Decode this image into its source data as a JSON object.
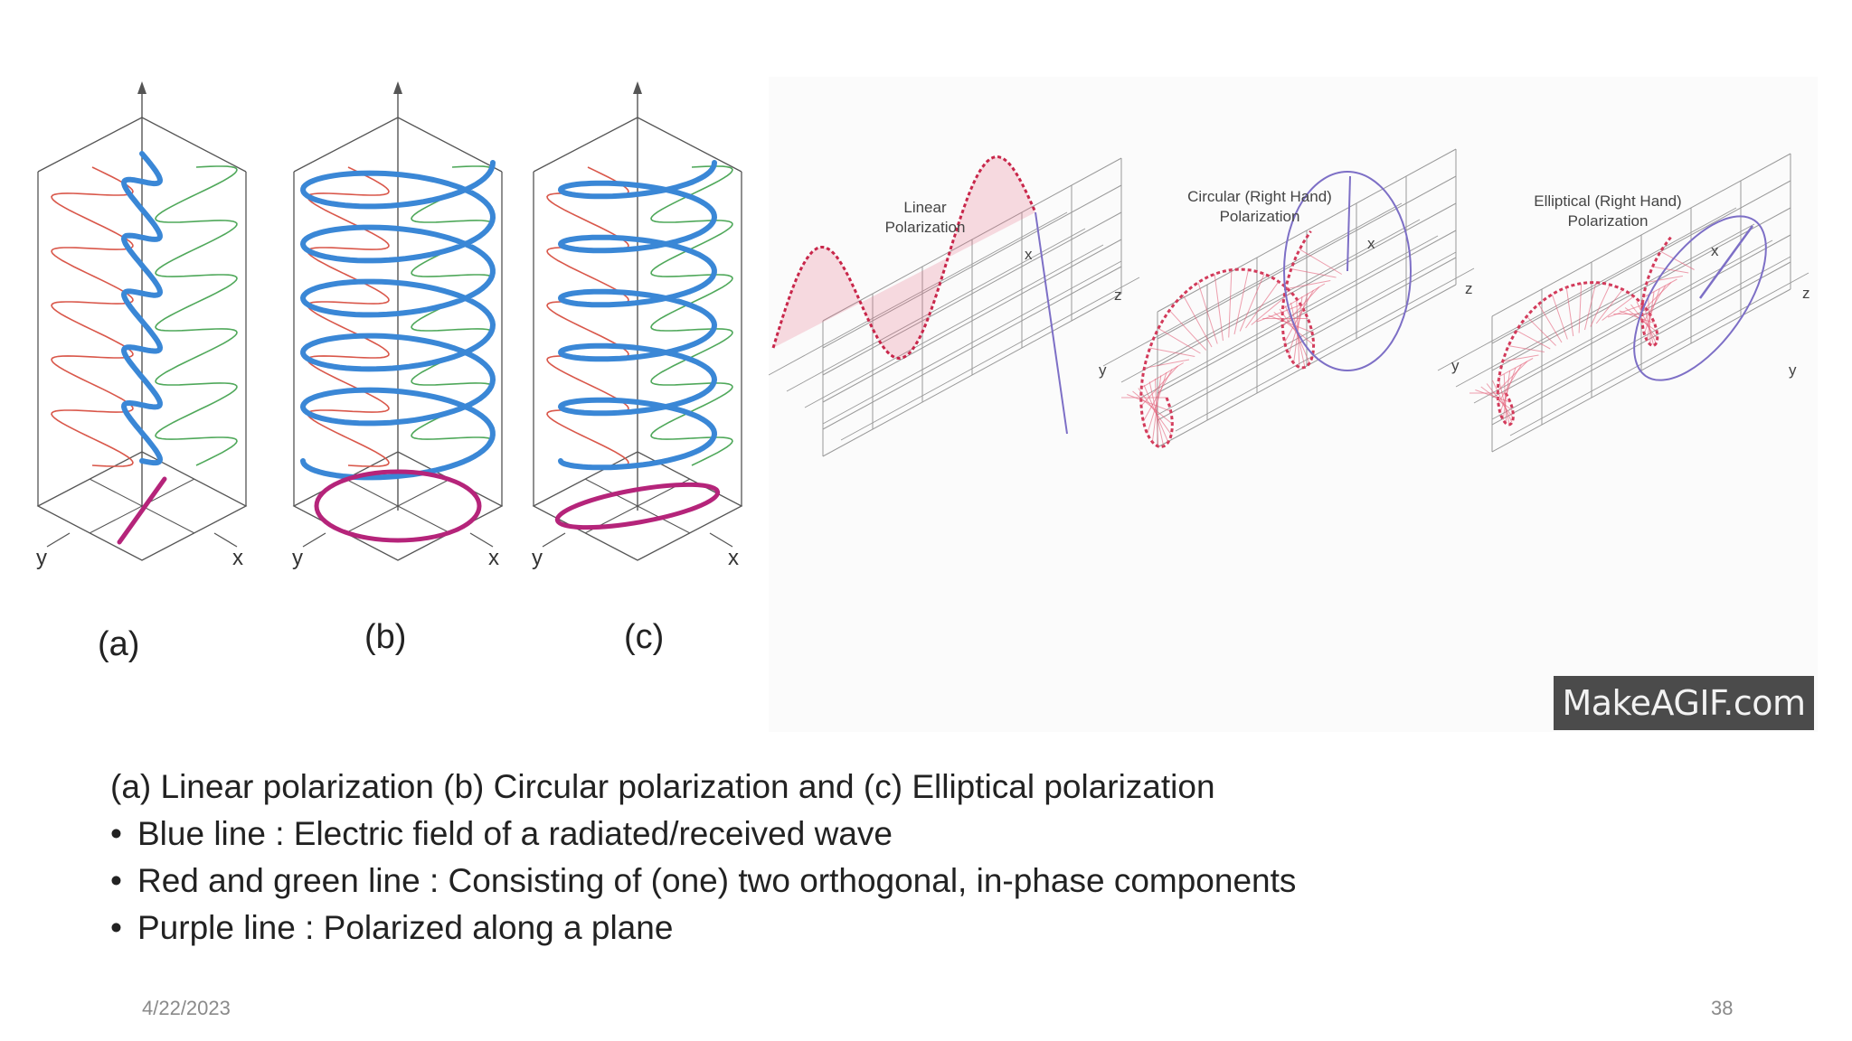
{
  "panels": {
    "a": {
      "label": "(a)"
    },
    "b": {
      "label": "(b)"
    },
    "c": {
      "label": "(c)"
    },
    "axis_x": "x",
    "axis_y": "y"
  },
  "animation": {
    "linear_title_1": "Linear",
    "linear_title_2": "Polarization",
    "circular_title_1": "Circular (Right Hand)",
    "circular_title_2": "Polarization",
    "elliptical_title_1": "Elliptical (Right Hand)",
    "elliptical_title_2": "Polarization",
    "axis_x": "x",
    "axis_y": "y",
    "axis_z": "z",
    "watermark": "MakeAGIF.com"
  },
  "caption": {
    "line1": "(a) Linear polarization  (b) Circular polarization and (c) Elliptical polarization",
    "bullets": [
      "Blue line : Electric field of a radiated/received wave",
      "Red and green line : Consisting of (one) two orthogonal, in-phase components",
      "Purple line : Polarized along a plane"
    ]
  },
  "footer": {
    "date": "4/22/2023",
    "page": "38"
  },
  "colors": {
    "blue": "#3a87d6",
    "red": "#d9574a",
    "green": "#4fa85a",
    "purple": "#b5247a",
    "pink": "#e5607a",
    "violet": "#7d6fc6"
  }
}
